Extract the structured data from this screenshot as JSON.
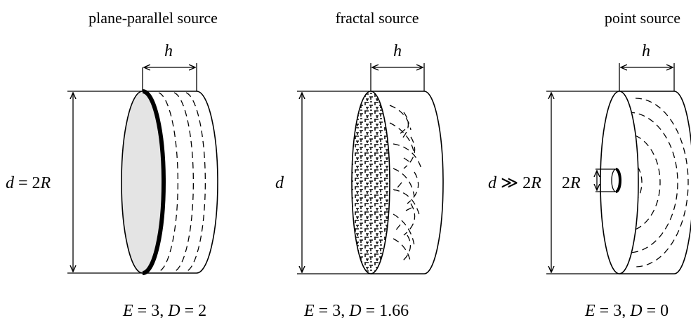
{
  "panels": [
    {
      "title": "plane-parallel source",
      "thickness_label": "h",
      "height_label_var": "d",
      "height_label_rest": " = 2",
      "height_label_R": "R",
      "E_var": "E",
      "E_eq": " = 3, ",
      "D_var": "D",
      "D_eq": " = 2"
    },
    {
      "title": "fractal source",
      "thickness_label": "h",
      "height_label_var": "d",
      "E_var": "E",
      "E_eq": " = 3,  ",
      "D_var": "D",
      "D_eq": " = 1.66"
    },
    {
      "title": "point source",
      "thickness_label": "h",
      "height_label_var": "d",
      "height_label_rest": " ≫ 2",
      "height_label_R": "R",
      "inner_label_num": "2",
      "inner_label_R": "R",
      "E_var": "E",
      "E_eq": " = 3,  ",
      "D_var": "D",
      "D_eq": " = 0"
    }
  ]
}
